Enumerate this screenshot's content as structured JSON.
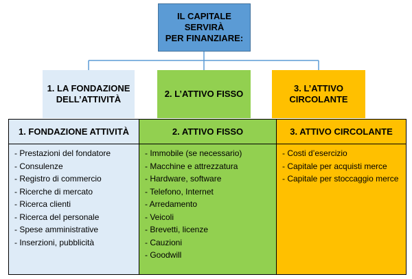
{
  "diagram": {
    "root": {
      "label": "IL CAPITALE SERVIRÀ\nPER FINANZIARE:"
    },
    "branches": [
      {
        "label": "1. LA FONDAZIONE\nDELL’ATTIVITÀ"
      },
      {
        "label": "2. L’ATTIVO FISSO"
      },
      {
        "label": "3. L’ATTIVO\nCIRCOLANTE"
      }
    ],
    "colors": {
      "root": "#5b9bd5",
      "branch_1": "#deebf7",
      "branch_2": "#92d050",
      "branch_3": "#ffc000",
      "connector": "#5b9bd5"
    }
  },
  "table": {
    "columns": [
      {
        "header": "1. FONDAZIONE ATTIVITÀ",
        "items": [
          "- Prestazioni del fondatore",
          "- Consulenze",
          "- Registro di commercio",
          "- Ricerche di mercato",
          "- Ricerca clienti",
          "- Ricerca del personale",
          "- Spese amministrative",
          "- Inserzioni, pubblicità"
        ]
      },
      {
        "header": "2. ATTIVO FISSO",
        "items": [
          "- Immobile (se necessario)",
          "- Macchine e attrezzatura",
          "- Hardware, software",
          "- Telefono, Internet",
          "- Arredamento",
          "- Veicoli",
          "- Brevetti, licenze",
          "- Cauzioni",
          "- Goodwill"
        ]
      },
      {
        "header": "3. ATTIVO CIRCOLANTE",
        "items": [
          "- Costi d’esercizio",
          "- Capitale per acquisti merce",
          "- Capitale per stoccaggio merce"
        ]
      }
    ]
  }
}
